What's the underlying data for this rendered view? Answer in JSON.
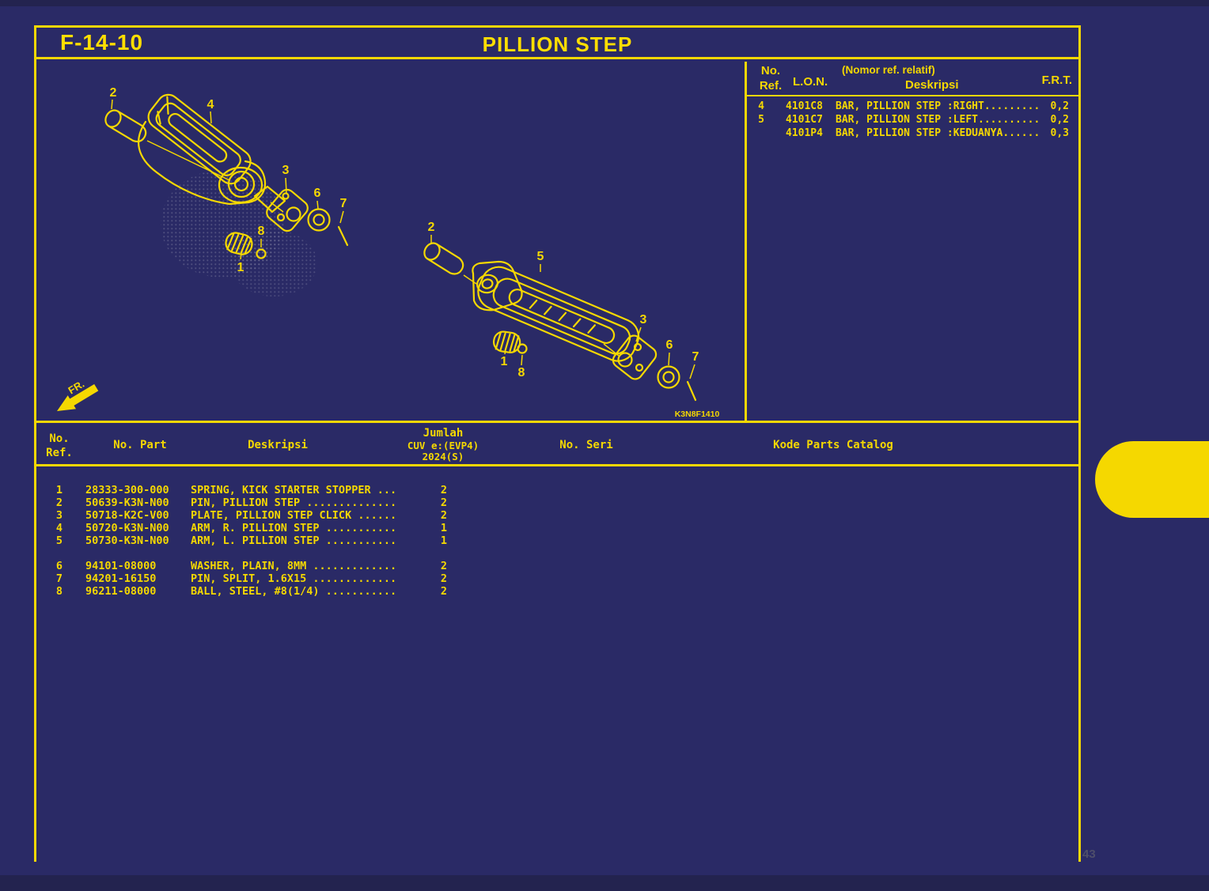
{
  "page": {
    "code": "F-14-10",
    "title": "PILLION STEP",
    "drawing_code": "K3N8F1410",
    "fr_label": "FR.",
    "watermark": "43"
  },
  "colors": {
    "background": "#2A2A66",
    "accent": "#F5D800"
  },
  "ref_table": {
    "headers": {
      "no": "No.",
      "ref": "Ref.",
      "lon": "L.O.N.",
      "note": "(Nomor ref. relatif)",
      "desk": "Deskripsi",
      "frt": "F.R.T."
    },
    "rows": [
      {
        "ref": "4",
        "lon": "4101C8",
        "desc": "BAR, PILLION STEP :RIGHT.........",
        "frt": "0,2"
      },
      {
        "ref": "5",
        "lon": "4101C7",
        "desc": "BAR, PILLION STEP :LEFT..........",
        "frt": "0,2"
      },
      {
        "ref": "",
        "lon": "4101P4",
        "desc": "BAR, PILLION STEP :KEDUANYA......",
        "frt": "0,3"
      }
    ]
  },
  "parts_table": {
    "headers": {
      "no": "No.",
      "ref": "Ref.",
      "part": "No. Part",
      "desk": "Deskripsi",
      "qty1": "Jumlah",
      "qty2": "CUV e:(EVP4)",
      "qty3": "2024(S)",
      "seri": "No. Seri",
      "catalog": "Kode Parts Catalog"
    },
    "rows": [
      {
        "ref": "1",
        "part": "28333-300-000",
        "desc": "SPRING, KICK STARTER STOPPER ...",
        "qty": "2",
        "gap": false
      },
      {
        "ref": "2",
        "part": "50639-K3N-N00",
        "desc": "PIN, PILLION STEP ..............",
        "qty": "2",
        "gap": false
      },
      {
        "ref": "3",
        "part": "50718-K2C-V00",
        "desc": "PLATE, PILLION STEP CLICK ......",
        "qty": "2",
        "gap": false
      },
      {
        "ref": "4",
        "part": "50720-K3N-N00",
        "desc": "ARM, R. PILLION STEP ...........",
        "qty": "1",
        "gap": false
      },
      {
        "ref": "5",
        "part": "50730-K3N-N00",
        "desc": "ARM, L. PILLION STEP ...........",
        "qty": "1",
        "gap": false
      },
      {
        "ref": "6",
        "part": "94101-08000",
        "desc": "WASHER, PLAIN, 8MM .............",
        "qty": "2",
        "gap": true
      },
      {
        "ref": "7",
        "part": "94201-16150",
        "desc": "PIN, SPLIT, 1.6X15 .............",
        "qty": "2",
        "gap": false
      },
      {
        "ref": "8",
        "part": "96211-08000",
        "desc": "BALL, STEEL, #8(1/4) ...........",
        "qty": "2",
        "gap": false
      }
    ]
  },
  "diagram": {
    "callouts": {
      "c1": "1",
      "c2": "2",
      "c3": "3",
      "c4": "4",
      "c5": "5",
      "c6": "6",
      "c7": "7",
      "c8": "8"
    }
  }
}
